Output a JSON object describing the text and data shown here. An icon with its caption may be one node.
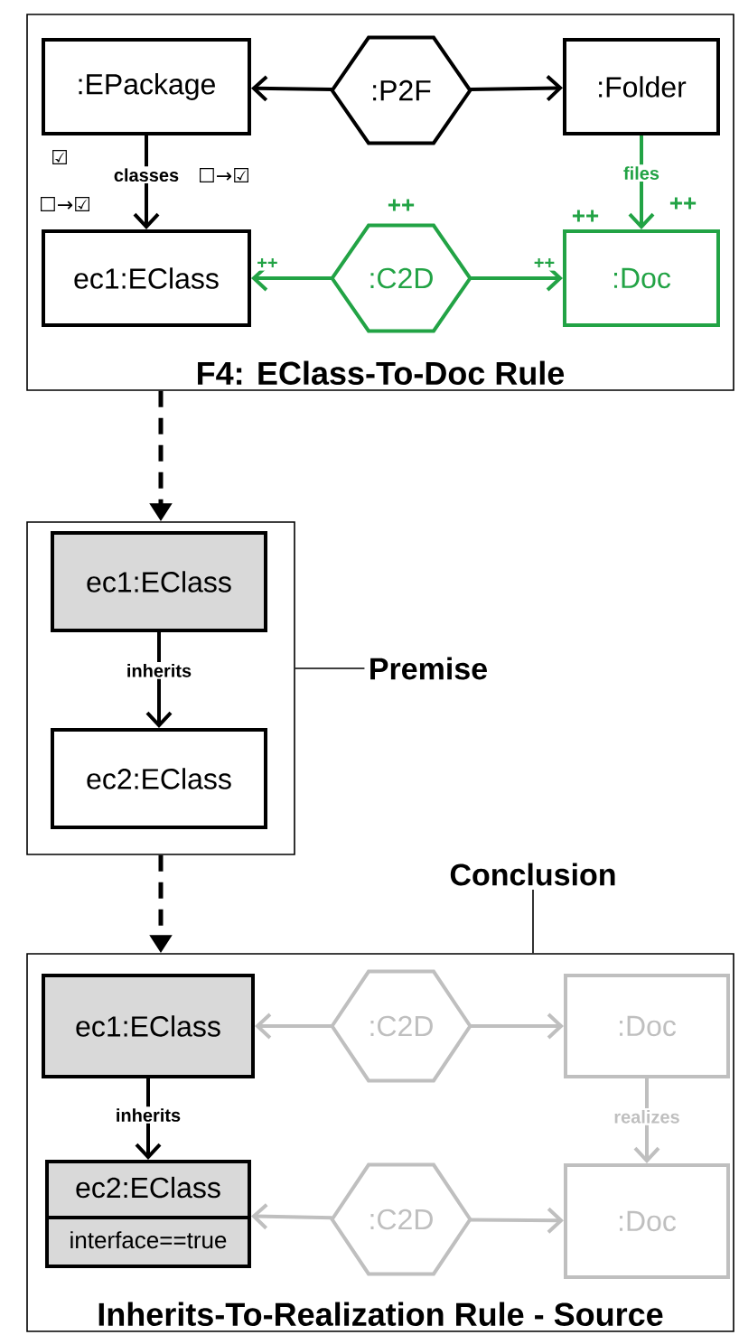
{
  "diagram": {
    "nodes": [
      {
        "text": [
          "F4: EClass-To-Doc Rule"
        ]
      },
      {
        "text": [
          ":EPackage"
        ],
        "in": 0
      },
      {
        "text": [
          ":P2F"
        ],
        "in": 0
      },
      {
        "text": [
          ":Folder"
        ],
        "in": 0
      },
      {
        "text": [
          "ec1:EClass"
        ],
        "in": 0
      },
      {
        "text": [
          ":C2D"
        ],
        "in": 0,
        "beside": [
          "++"
        ]
      },
      {
        "text": [
          ":Doc"
        ],
        "in": 0,
        "beside": [
          "++",
          "++"
        ]
      },
      {
        "text": [],
        "shape": "box"
      },
      {
        "text": [
          "ec1:EClass"
        ],
        "in": 7
      },
      {
        "text": [
          "ec2:EClass"
        ],
        "in": 7
      },
      {
        "text": [
          "Premise"
        ]
      },
      {
        "text": [
          "Inherits-To-Realization Rule - Source"
        ]
      },
      {
        "text": [
          "Conclusion"
        ]
      },
      {
        "text": [
          "ec1:EClass"
        ],
        "in": 11
      },
      {
        "text": [
          ":C2D"
        ],
        "in": 11
      },
      {
        "text": [
          ":Doc"
        ],
        "in": 11
      },
      {
        "text": [
          "ec2:EClass",
          "interface==true"
        ],
        "in": 11
      },
      {
        "text": [
          ":C2D"
        ],
        "in": 11
      },
      {
        "text": [
          ":Doc"
        ],
        "in": 11
      }
    ],
    "edges": [
      {
        "from": 2,
        "to": 1,
        "arrow": "to"
      },
      {
        "from": 2,
        "to": 3,
        "arrow": "to"
      },
      {
        "from": 1,
        "to": 4,
        "arrow": "to",
        "label": "classes"
      },
      {
        "from": 3,
        "to": 6,
        "arrow": "to",
        "label": "files",
        "color": "#22a345"
      },
      {
        "from": 5,
        "to": 4,
        "arrow": "to",
        "label": "++",
        "color": "#22a345"
      },
      {
        "from": 5,
        "to": 6,
        "arrow": "to",
        "label": "++",
        "color": "#22a345"
      },
      {
        "from": 0,
        "to": 7,
        "arrow": "to",
        "style": "dashed"
      },
      {
        "from": 10,
        "to": 7,
        "arrow": "none"
      },
      {
        "from": 8,
        "to": 9,
        "arrow": "to",
        "label": "inherits"
      },
      {
        "from": 7,
        "to": 11,
        "arrow": "to",
        "style": "dashed"
      },
      {
        "from": 12,
        "to": 11,
        "arrow": "none"
      },
      {
        "from": 13,
        "to": 16,
        "arrow": "to",
        "label": "inherits"
      },
      {
        "from": 14,
        "to": 13,
        "arrow": "to",
        "color": "#bfbfbf"
      },
      {
        "from": 14,
        "to": 15,
        "arrow": "to",
        "color": "#bfbfbf"
      },
      {
        "from": 15,
        "to": 18,
        "arrow": "to",
        "label": "realizes",
        "color": "#bfbfbf"
      },
      {
        "from": 17,
        "to": 16,
        "arrow": "to",
        "color": "#bfbfbf"
      },
      {
        "from": 17,
        "to": 18,
        "arrow": "to",
        "color": "#bfbfbf"
      }
    ],
    "labels": [
      "☑",
      "☐→☑",
      "☐→☑"
    ]
  }
}
